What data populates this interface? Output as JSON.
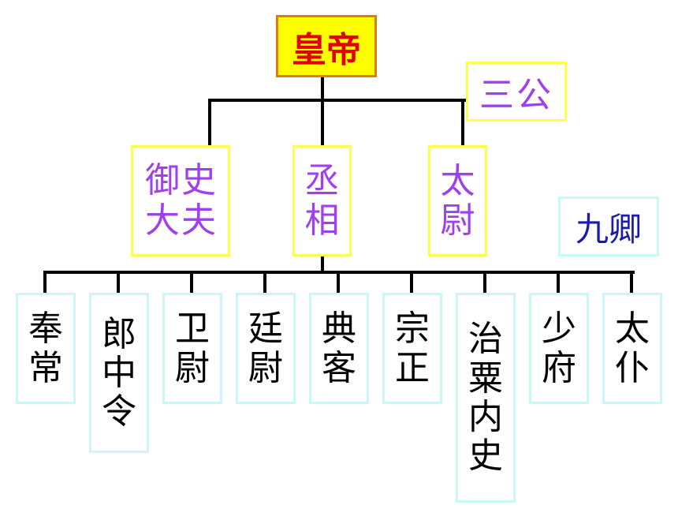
{
  "emperor": {
    "label": "皇帝"
  },
  "san_gong": {
    "group_label": "三公",
    "yushi_dafu": {
      "chars": [
        "御",
        "史",
        "大",
        "夫"
      ]
    },
    "chengxiang": {
      "chars": [
        "丞",
        "相"
      ]
    },
    "taiwei": {
      "chars": [
        "太",
        "尉"
      ]
    }
  },
  "jiu_qing": {
    "group_label": "九卿",
    "ministers": [
      {
        "chars": [
          "奉",
          "常"
        ]
      },
      {
        "chars": [
          "郎",
          "中",
          "令"
        ]
      },
      {
        "chars": [
          "卫",
          "尉"
        ]
      },
      {
        "chars": [
          "廷",
          "尉"
        ]
      },
      {
        "chars": [
          "典",
          "客"
        ]
      },
      {
        "chars": [
          "宗",
          "正"
        ]
      },
      {
        "chars": [
          "治",
          "粟",
          "内",
          "史"
        ]
      },
      {
        "chars": [
          "少",
          "府"
        ]
      },
      {
        "chars": [
          "太",
          "仆"
        ]
      }
    ]
  },
  "colors": {
    "emperor_fill": "#ffff00",
    "emperor_border": "#e07a17",
    "emperor_text": "#e00000",
    "san_gong_border": "#ffff4d",
    "san_gong_text": "#9f3ff0",
    "jiu_qing_border": "#ccf7f7",
    "jiu_qing_label_text": "#1a1ab0",
    "minister_text": "#000000",
    "connector": "#000000"
  }
}
